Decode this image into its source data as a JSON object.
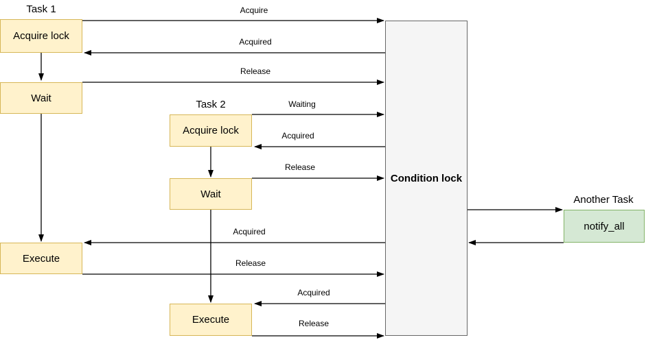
{
  "colors": {
    "task-fill": "#fff2cc",
    "task-border": "#d6b656",
    "lock-fill": "#f5f5f5",
    "lock-border": "#666666",
    "notify-fill": "#d5e8d4",
    "notify-border": "#82b366",
    "line": "#000000",
    "text": "#000000"
  },
  "task1": {
    "title": "Task 1",
    "steps": {
      "acquire": "Acquire lock",
      "wait": "Wait",
      "execute": "Execute"
    }
  },
  "task2": {
    "title": "Task 2",
    "steps": {
      "acquire": "Acquire lock",
      "wait": "Wait",
      "execute": "Execute"
    }
  },
  "condition_lock": {
    "label": "Condition lock"
  },
  "another_task": {
    "title": "Another Task",
    "action": "notify_all"
  },
  "messages": {
    "task1_acquire": "Acquire",
    "task1_acquired": "Acquired",
    "task1_release": "Release",
    "task2_waiting": "Waiting",
    "task2_acquired": "Acquired",
    "task2_release": "Release",
    "task1_exec_acquired": "Acquired",
    "task1_exec_release": "Release",
    "task2_exec_acquired": "Acquired",
    "task2_exec_release": "Release"
  }
}
